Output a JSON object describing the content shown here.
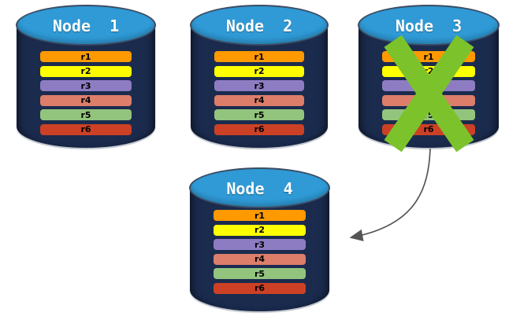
{
  "diagram": {
    "title": "replicated database nodes with failed node and failover arrow",
    "colors": {
      "background": "#ffffff",
      "cylinder_top": "#2f9ad6",
      "cylinder_body": "#1b2b4e",
      "cylinder_outline": "#3c4c63",
      "node_title_text": "#ffffff",
      "bar_text": "#000000",
      "failure_x": "#7cc32b",
      "arrow": "#555555"
    },
    "replicas": [
      {
        "label": "r1",
        "color": "#ff9900"
      },
      {
        "label": "r2",
        "color": "#ffff00"
      },
      {
        "label": "r3",
        "color": "#8e7cc3"
      },
      {
        "label": "r4",
        "color": "#dd7e6b"
      },
      {
        "label": "r5",
        "color": "#93c47d"
      },
      {
        "label": "r6",
        "color": "#cc4125"
      }
    ],
    "nodes": [
      {
        "id": "node-1",
        "title": "Node  1",
        "failed": false
      },
      {
        "id": "node-2",
        "title": "Node  2",
        "failed": false
      },
      {
        "id": "node-3",
        "title": "Node  3",
        "failed": true
      },
      {
        "id": "node-4",
        "title": "Node  4",
        "failed": false
      }
    ],
    "arrow": {
      "from": "node-3",
      "to": "node-4"
    }
  }
}
